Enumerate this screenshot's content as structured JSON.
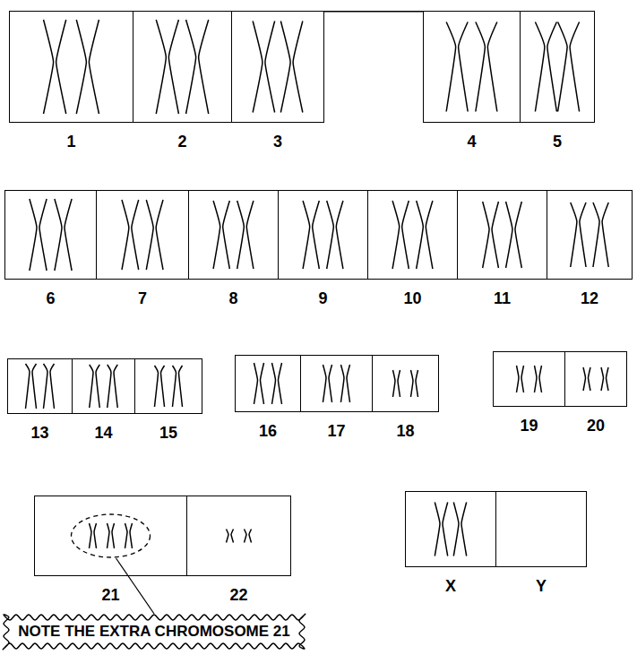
{
  "diagram": {
    "nodes": [
      {
        "text": [
          "1"
        ]
      },
      {
        "text": [
          "2"
        ]
      },
      {
        "text": [
          "3"
        ]
      },
      {
        "text": [
          "4"
        ]
      },
      {
        "text": [
          "5"
        ]
      },
      {
        "text": [
          "6"
        ]
      },
      {
        "text": [
          "7"
        ]
      },
      {
        "text": [
          "8"
        ]
      },
      {
        "text": [
          "9"
        ]
      },
      {
        "text": [
          "10"
        ]
      },
      {
        "text": [
          "11"
        ]
      },
      {
        "text": [
          "12"
        ]
      },
      {
        "text": [
          "13"
        ]
      },
      {
        "text": [
          "14"
        ]
      },
      {
        "text": [
          "15"
        ]
      },
      {
        "text": [
          "16"
        ]
      },
      {
        "text": [
          "17"
        ]
      },
      {
        "text": [
          "18"
        ]
      },
      {
        "text": [
          "19"
        ]
      },
      {
        "text": [
          "20"
        ]
      },
      {
        "text": [
          "21"
        ]
      },
      {
        "text": [
          "22"
        ]
      },
      {
        "text": [
          "X"
        ]
      },
      {
        "text": [
          "Y"
        ]
      },
      {
        "text": [
          "NOTE THE EXTRA CHROMOSOME 21"
        ]
      }
    ]
  }
}
